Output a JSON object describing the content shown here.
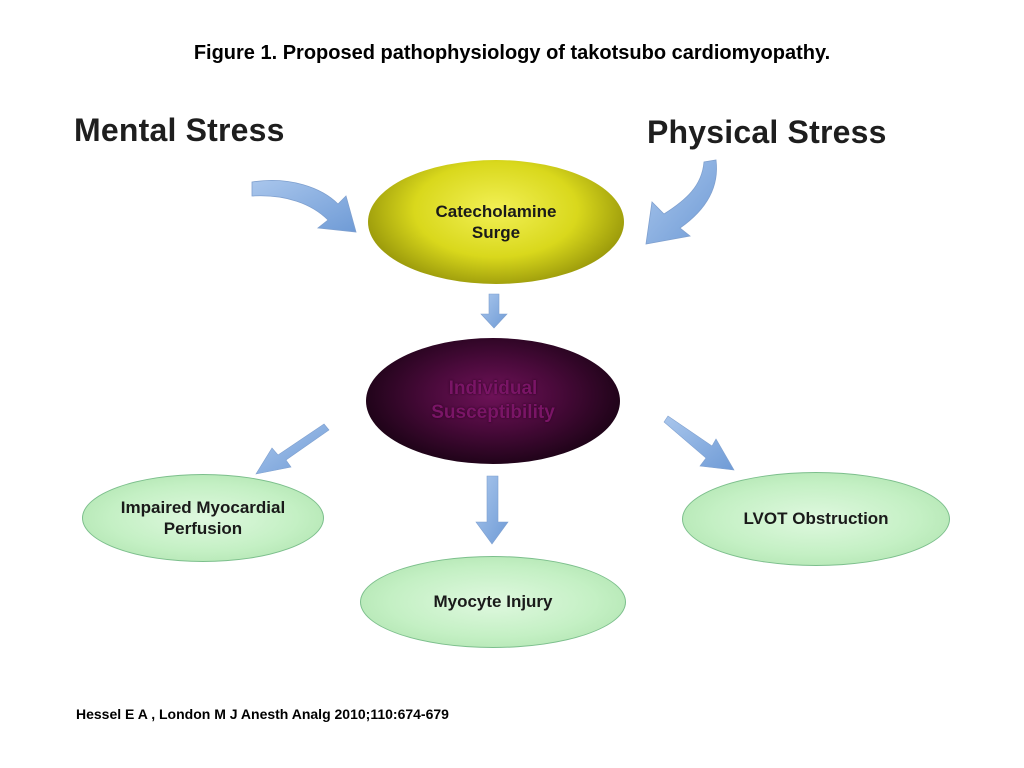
{
  "title": "Figure 1. Proposed pathophysiology of takotsubo cardiomyopathy.",
  "diagram": {
    "inputs": {
      "mental": "Mental Stress",
      "physical": "Physical Stress"
    },
    "nodes": {
      "catecholamine": [
        "Catecholamine",
        "Surge"
      ],
      "susceptibility": [
        "Individual",
        "Susceptibility"
      ],
      "impaired": [
        "Impaired Myocardial",
        "Perfusion"
      ],
      "myocyte": [
        "Myocyte Injury"
      ],
      "lvot": [
        "LVOT Obstruction"
      ]
    },
    "colors": {
      "arrow": "#7fa8dd",
      "catecholamine_fill": "#d9d81c",
      "susceptibility_fill": "#3a0830",
      "outcome_fill": "#c4f0c4"
    }
  },
  "citation": "Hessel E A , London M J Anesth Analg 2010;110:674-679"
}
